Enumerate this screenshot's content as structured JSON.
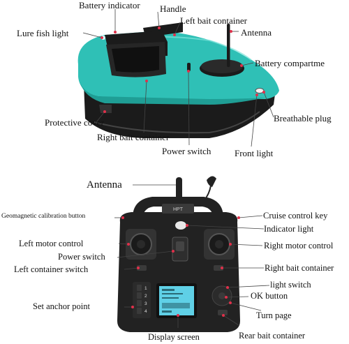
{
  "boat": {
    "labels": {
      "battery_indicator": "Battery indicator",
      "handle": "Handle",
      "left_bait_container": "Left bait container",
      "lure_fish_light": "Lure fish light",
      "antenna": "Antenna",
      "battery_compartment": "Battery compartme",
      "protective_cover": "Protective cover",
      "breathable_plug": "Breathable plug",
      "right_bait_container": "Right bait container",
      "power_switch": "Power switch",
      "front_light": "Front light"
    }
  },
  "remote": {
    "brand": "HPT",
    "labels": {
      "antenna": "Antenna",
      "geomagnetic_calibration_button": "Geomagnetic calibration button",
      "cruise_control_key": "Cruise control key",
      "indicator_light": "Indicator light",
      "left_motor_control": "Left motor control",
      "right_motor_control": "Right motor control",
      "power_switch": "Power switch",
      "left_container_switch": "Left container switch",
      "right_bait_container": "Right bait container",
      "light_switch": "light switch",
      "ok_button": "OK button",
      "set_anchor_point": "Set anchor point",
      "turn_page": "Turn page",
      "display_screen": "Display screen",
      "rear_bait_container": "Rear bait container"
    },
    "anchor_buttons": [
      "1",
      "2",
      "3",
      "4"
    ]
  },
  "colors": {
    "hull_teal": "#2fc0b6",
    "hull_dark": "#1b1b1b",
    "remote_body": "#222222",
    "screen": "#5fd0e6",
    "pointer_dot": "#e0304a"
  }
}
